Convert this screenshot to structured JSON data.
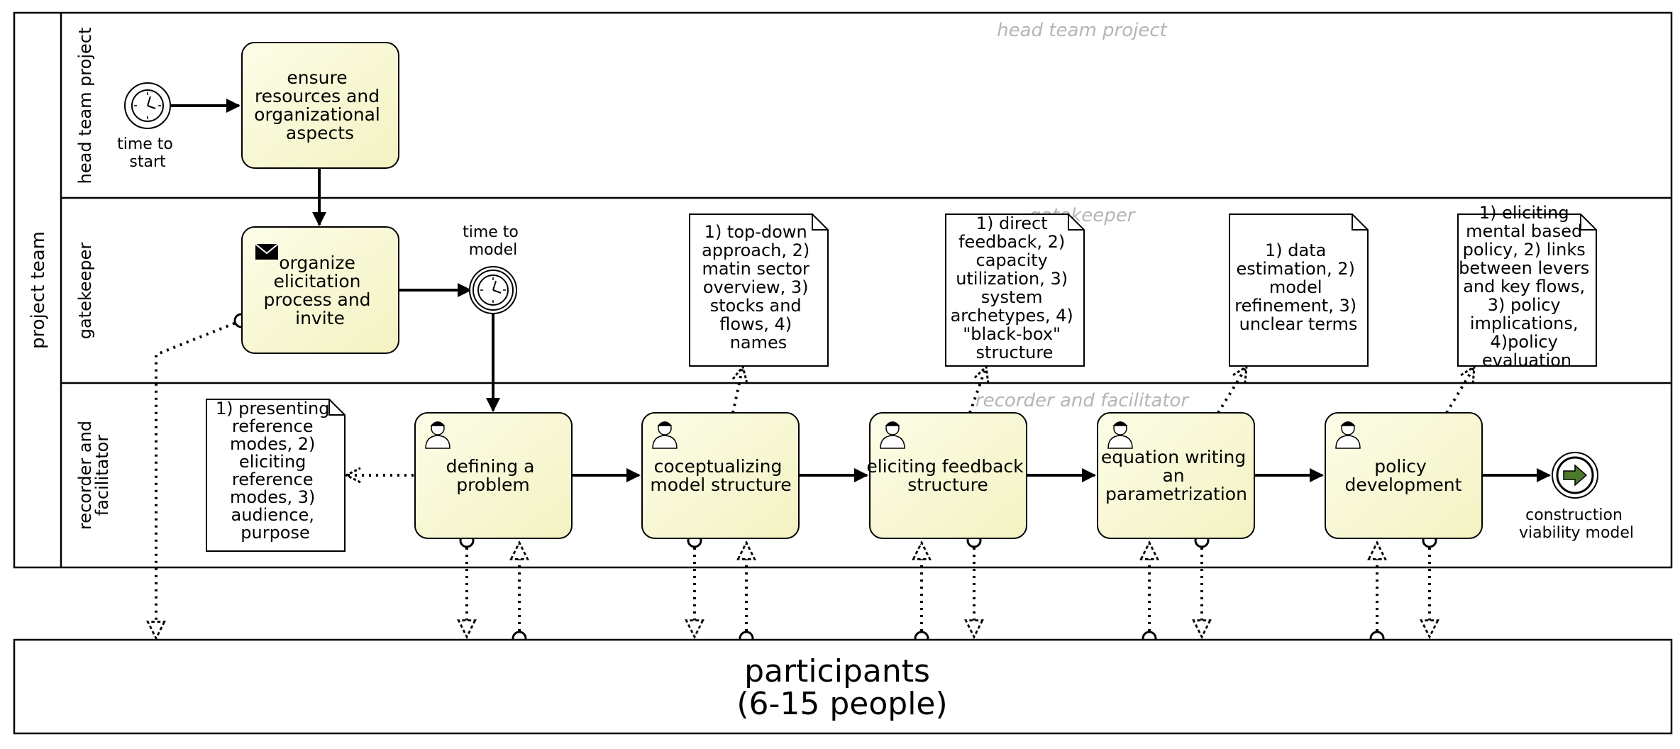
{
  "pool": {
    "title": "project team"
  },
  "lanes": {
    "head": {
      "title": "head team project",
      "watermark": "head team project"
    },
    "gatekeeper": {
      "title": "gatekeeper",
      "watermark": "gatekeeper"
    },
    "recorder": {
      "title_line1": "recorder and",
      "title_line2": "facilitator",
      "watermark": "recorder and facilitator"
    }
  },
  "events": {
    "start": {
      "lines": [
        "time to",
        "start"
      ]
    },
    "timer_model": {
      "lines": [
        "time to",
        "model"
      ]
    },
    "end": {
      "lines": [
        "construction",
        "viability model"
      ]
    }
  },
  "tasks": {
    "ensure": {
      "lines": [
        "ensure",
        "resources and",
        "organizational",
        "aspects"
      ]
    },
    "organize": {
      "lines": [
        "organize",
        "elicitation",
        "process and",
        "invite"
      ]
    },
    "defining": {
      "lines": [
        "defining a",
        "problem"
      ]
    },
    "conceptualizing": {
      "lines": [
        "coceptualizing",
        "model structure"
      ]
    },
    "eliciting": {
      "lines": [
        "eliciting feedback",
        "structure"
      ]
    },
    "equation": {
      "lines": [
        "equation writing",
        "an",
        "parametrization"
      ]
    },
    "policy": {
      "lines": [
        "policy",
        "development"
      ]
    }
  },
  "notes": {
    "n_left": {
      "lines": [
        "1) presenting",
        "reference",
        "modes, 2)",
        "eliciting",
        "reference",
        "modes, 3)",
        "audience,",
        "purpose"
      ]
    },
    "n1": {
      "lines": [
        "1) top-down",
        "approach, 2)",
        "matin sector",
        "overview, 3)",
        "stocks and",
        "flows, 4)",
        "names"
      ]
    },
    "n2": {
      "lines": [
        "1) direct",
        "feedback, 2)",
        "capacity",
        "utilization, 3)",
        "system",
        "archetypes, 4)",
        "\"black-box\"",
        "structure"
      ]
    },
    "n3": {
      "lines": [
        "1) data",
        "estimation, 2)",
        "model",
        "refinement, 3)",
        "unclear terms"
      ]
    },
    "n4": {
      "lines": [
        "1) eliciting",
        "mental based",
        "policy, 2) links",
        "between levers",
        "and key flows,",
        "3) policy",
        "implications,",
        "4)policy",
        "evaluation"
      ]
    }
  },
  "participants": {
    "lines": [
      "participants",
      "(6-15 people)"
    ]
  },
  "colors": {
    "task_fill_light": "#fdfde8",
    "task_fill_dark": "#f4f3c4",
    "end_arrow": "#4a7a2a"
  }
}
